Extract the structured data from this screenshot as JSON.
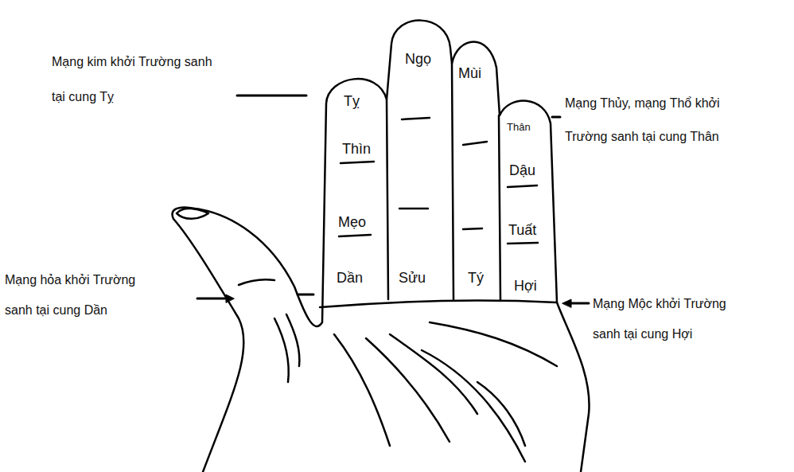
{
  "diagram": {
    "labels": [
      "Mạng kim khởi Trường sanh tại cung Tỵ",
      "Ngọ",
      "Mùi",
      "Tỵ",
      "Mạng Thủy, mạng Thổ khởi Trường sanh tại cung Thân",
      "Thân",
      "Thìn",
      "Dậu",
      "Mẹo",
      "Tuất",
      "Mạng hỏa khởi Trường sanh tại cung Dần",
      "Dần",
      "Sửu",
      "Tý",
      "Hợi",
      "Mạng Mộc khởi Trường sanh tại cung Hợi"
    ]
  }
}
